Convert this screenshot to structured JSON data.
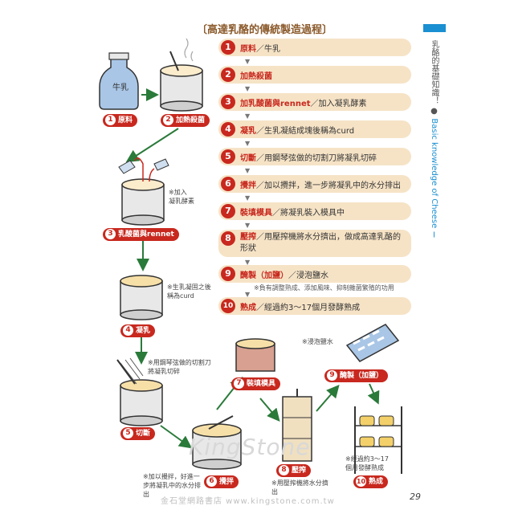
{
  "title": "〔高達乳酪的傳統製造過程〕",
  "sidebar": {
    "zh": "乳酪的基礎知識！",
    "en": "Basic knowledge of Cheese Ⅰ",
    "accent": "#1a8fd1"
  },
  "steps": [
    {
      "n": "1",
      "key": "原料",
      "text": "／牛乳"
    },
    {
      "n": "2",
      "key": "加熱殺菌",
      "text": ""
    },
    {
      "n": "3",
      "key": "加乳酸菌與rennet",
      "text": "／加入凝乳酵素"
    },
    {
      "n": "4",
      "key": "凝乳",
      "text": "／生乳凝結成塊後稱為curd"
    },
    {
      "n": "5",
      "key": "切斷",
      "text": "／用鋼琴弦做的切割刀將凝乳切碎"
    },
    {
      "n": "6",
      "key": "攪拌",
      "text": "／加以攪拌，進一步將凝乳中的水分排出"
    },
    {
      "n": "7",
      "key": "裝填模具",
      "text": "／將凝乳裝入模具中"
    },
    {
      "n": "8",
      "key": "壓搾",
      "text": "／用壓搾機將水分擠出，做成高達乳酪的形狀"
    },
    {
      "n": "9",
      "key": "醃製（加鹽）",
      "text": "／浸泡鹽水"
    },
    {
      "n": "10",
      "key": "熟成",
      "text": "／經過約3～17個月發酵熟成"
    }
  ],
  "step9_note": "※負有調整熟成、添加風味、抑制雜菌繁殖的功用",
  "illustration": {
    "milk_label": "牛乳",
    "labels": [
      {
        "n": "1",
        "t": "原料"
      },
      {
        "n": "2",
        "t": "加熱殺菌"
      },
      {
        "n": "3",
        "t": "乳酸菌與rennet"
      },
      {
        "n": "4",
        "t": "凝乳"
      },
      {
        "n": "5",
        "t": "切斷"
      },
      {
        "n": "6",
        "t": "攪拌"
      },
      {
        "n": "7",
        "t": "裝填模具"
      },
      {
        "n": "8",
        "t": "壓搾"
      },
      {
        "n": "9",
        "t": "醃製（加鹽）"
      },
      {
        "n": "10",
        "t": "熟成"
      }
    ],
    "notes": {
      "rennet": "※加入\n凝乳酵素",
      "curd": "※生乳凝固之後\n稱為curd",
      "cut": "※用鋼琴弦做的切割刀\n將凝乳切碎",
      "brine": "※浸泡鹽水",
      "stir": "※加以攪拌，好進一\n步將凝乳中的水分排\n出",
      "press": "※用壓搾機將水分擠\n出",
      "aging": "※經過約3～17\n個月發酵熟成"
    }
  },
  "page_number": "29",
  "watermark": "KingStone",
  "watermark2": "金石堂網路書店 www.kingstone.com.tw",
  "colors": {
    "pill": "#c8281e",
    "step_bg": "#f6e3c6",
    "arrow": "#2a7a3a",
    "title": "#8b5a2b"
  }
}
